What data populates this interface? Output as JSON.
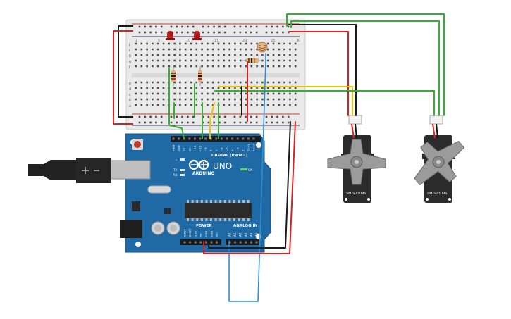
{
  "arduino": {
    "brand": "ARDUINO",
    "model": "UNO",
    "digital_label": "DIGITAL (PWM~)",
    "power_label": "POWER",
    "analog_label": "ANALOG IN",
    "tx_label": "TX",
    "rx_label": "RX",
    "l_label": "L",
    "on_label": "ON",
    "digital_pins": [
      "AREF",
      "GND",
      "13",
      "12",
      "~11",
      "~10",
      "~9",
      "8",
      "7",
      "~6",
      "~5",
      "4",
      "~3",
      "2",
      "TX→1",
      "RX←0"
    ],
    "power_pins": [
      "IOREF",
      "RESET",
      "3.3V",
      "5V",
      "GND",
      "GND",
      "Vin"
    ],
    "analog_pins": [
      "A0",
      "A1",
      "A2",
      "A3",
      "A4",
      "A5"
    ]
  },
  "servos": [
    {
      "label": "SM-S2309S"
    },
    {
      "label": "SM-S2309S"
    }
  ],
  "breadboard": {
    "column_numbers": [
      "1",
      "5",
      "10",
      "15",
      "20",
      "25",
      "30"
    ],
    "row_letters_top": [
      "j",
      "i",
      "h",
      "g",
      "f"
    ],
    "row_letters_bottom": [
      "e",
      "d",
      "c",
      "b",
      "a"
    ]
  },
  "colors": {
    "board_blue": "#1f6aa5",
    "wire_red": "#d62222",
    "wire_black": "#1a1a1a",
    "wire_green": "#35b035",
    "wire_yellow": "#e8c400",
    "wire_blue": "#2b8fd6"
  }
}
